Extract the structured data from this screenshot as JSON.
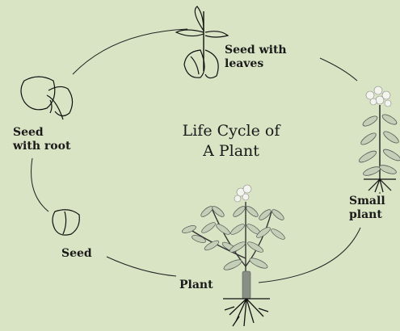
{
  "title": {
    "line1": "Life Cycle of",
    "line2": "A Plant"
  },
  "stages": {
    "seed_with_leaves": {
      "line1": "Seed with",
      "line2": "leaves"
    },
    "small_plant": {
      "line1": "Small",
      "line2": "plant"
    },
    "plant": {
      "line1": "Plant"
    },
    "seed": {
      "line1": "Seed"
    },
    "seed_with_root": {
      "line1": "Seed",
      "line2": "with root"
    }
  },
  "colors": {
    "background": "#d8e4c4",
    "line": "#222222",
    "leaf_fill": "#c3cfb6",
    "flower": "#f4f4ee"
  }
}
